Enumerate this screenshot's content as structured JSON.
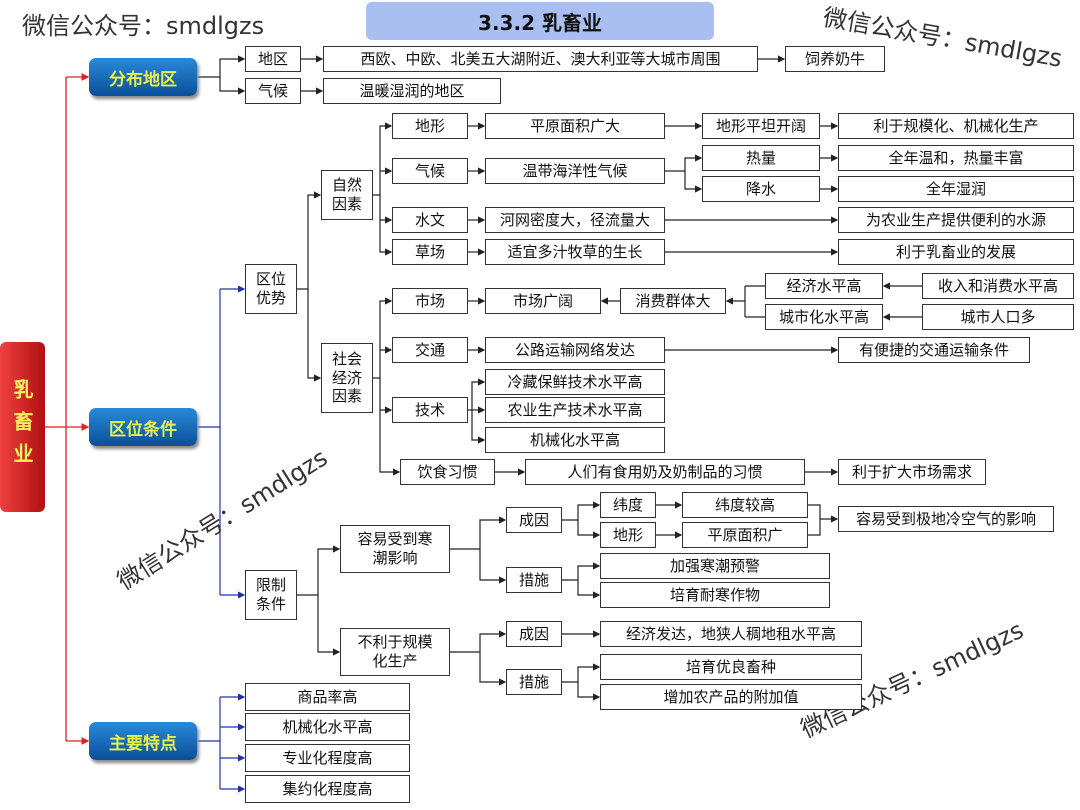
{
  "watermark": "微信公众号：smdlgzs",
  "title": "3.3.2  乳畜业",
  "root": "乳畜业",
  "level1": {
    "dist": "分布地区",
    "cond": "区位条件",
    "feat": "主要特点"
  },
  "dist": {
    "region": "地区",
    "climate": "气候",
    "region_val": "西欧、中欧、北美五大湖附近、澳大利亚等大城市周围",
    "climate_val": "温暖湿润的地区",
    "result": "饲养奶牛"
  },
  "adv": {
    "label": "区位优势",
    "natural": "自然因素",
    "social": "社会经济因素",
    "terrain": "地形",
    "terrain_1": "平原面积广大",
    "terrain_2": "地形平坦开阔",
    "terrain_3": "利于规模化、机械化生产",
    "climate": "气候",
    "climate_1": "温带海洋性气候",
    "heat": "热量",
    "rain": "降水",
    "heat_r": "全年温和，热量丰富",
    "rain_r": "全年湿润",
    "hydro": "水文",
    "hydro_1": "河网密度大，径流量大",
    "hydro_r": "为农业生产提供便利的水源",
    "grass": "草场",
    "grass_1": "适宜多汁牧草的生长",
    "grass_r": "利于乳畜业的发展",
    "market": "市场",
    "market_1": "市场广阔",
    "market_2": "消费群体大",
    "econ": "经济水平高",
    "urban": "城市化水平高",
    "income": "收入和消费水平高",
    "pop": "城市人口多",
    "transport": "交通",
    "transport_1": "公路运输网络发达",
    "transport_r": "有便捷的交通运输条件",
    "tech": "技术",
    "tech_1": "冷藏保鲜技术水平高",
    "tech_2": "农业生产技术水平高",
    "tech_3": "机械化水平高",
    "diet": "饮食习惯",
    "diet_1": "人们有食用奶及奶制品的习惯",
    "diet_r": "利于扩大市场需求"
  },
  "lim": {
    "label": "限制条件",
    "cold": "容易受到寒潮影响",
    "cause": "成因",
    "lat": "纬度",
    "terrain": "地形",
    "lat_v": "纬度较高",
    "terrain_v": "平原面积广",
    "cold_r": "容易受到极地冷空气的影响",
    "measure": "措施",
    "m1": "加强寒潮预警",
    "m2": "培育耐寒作物",
    "scale": "不利于规模化生产",
    "cause2": "成因",
    "cause2_v": "经济发达，地狭人稠地租水平高",
    "measure2": "措施",
    "m3": "培育优良畜种",
    "m4": "增加农产品的附加值"
  },
  "feat": [
    "商品率高",
    "机械化水平高",
    "专业化程度高",
    "集约化程度高"
  ]
}
